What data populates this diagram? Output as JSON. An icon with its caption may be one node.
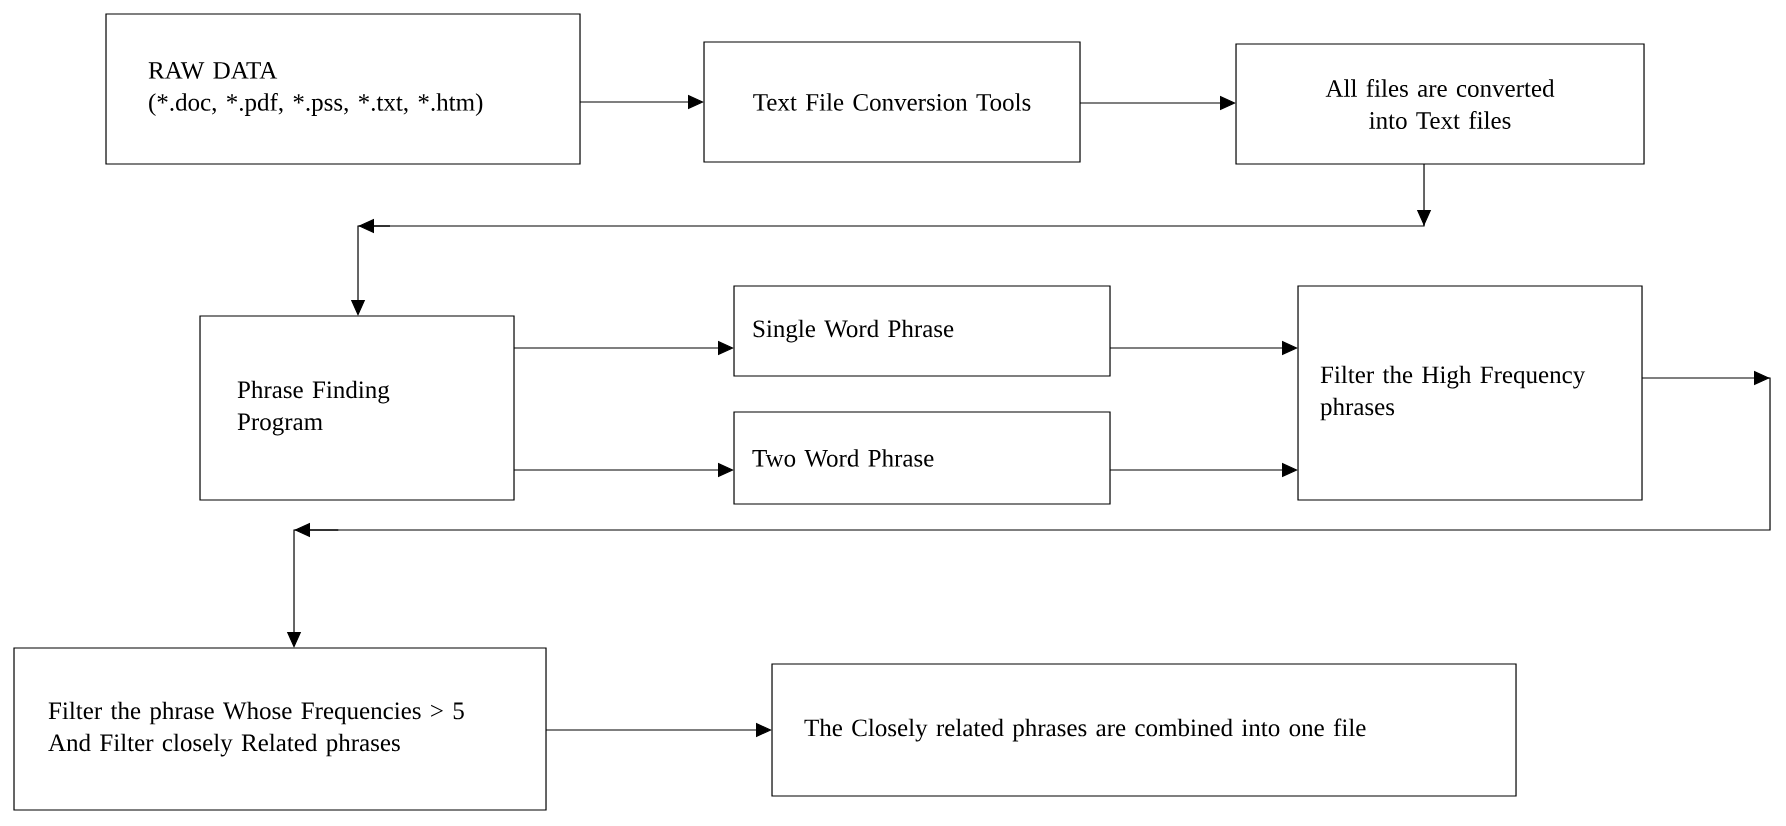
{
  "diagram": {
    "nodes": [
      {
        "text": [
          "RAW DATA",
          "(*.doc, *.pdf, *.pss, *.txt, *.htm)"
        ]
      },
      {
        "text": [
          "Text File Conversion Tools"
        ]
      },
      {
        "text": [
          "All files are converted into Text files"
        ]
      },
      {
        "text": [
          "Phrase Finding Program"
        ]
      },
      {
        "text": [
          "Single Word Phrase"
        ]
      },
      {
        "text": [
          "Two Word Phrase"
        ]
      },
      {
        "text": [
          "Filter the High Frequency phrases"
        ]
      },
      {
        "text": [
          "Filter the phrase Whose Frequencies > 5 And Filter closely Related phrases"
        ]
      },
      {
        "text": [
          "The Closely related phrases are combined into one file"
        ]
      }
    ],
    "edges": [
      {
        "from": 0,
        "to": 1,
        "arrow": "to"
      },
      {
        "from": 1,
        "to": 2,
        "arrow": "to"
      },
      {
        "from": 2,
        "to": 3,
        "arrow": "to"
      },
      {
        "from": 3,
        "to": 4,
        "arrow": "to"
      },
      {
        "from": 3,
        "to": 5,
        "arrow": "to"
      },
      {
        "from": 4,
        "to": 6,
        "arrow": "to"
      },
      {
        "from": 5,
        "to": 6,
        "arrow": "to"
      },
      {
        "from": 6,
        "to": 7,
        "arrow": "to"
      },
      {
        "from": 7,
        "to": 8,
        "arrow": "to"
      }
    ]
  }
}
